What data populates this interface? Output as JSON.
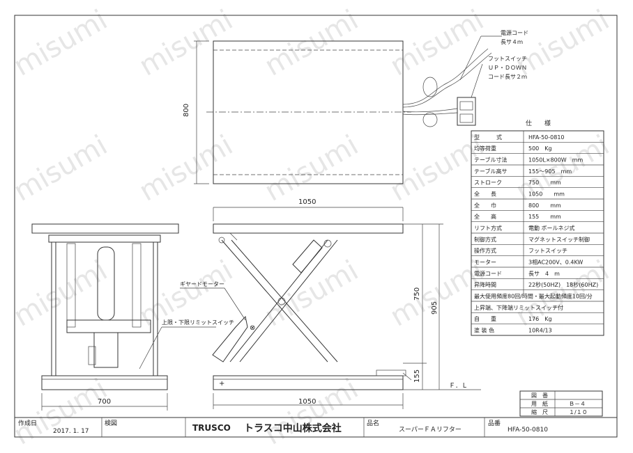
{
  "watermark": "misumi",
  "power_cord": {
    "line1": "電源コード",
    "line2": "長サ４ｍ"
  },
  "foot_switch": {
    "line1": "フットスイッチ",
    "line2": "ＵＰ・ＤＯＷＮ",
    "line3": "コード長サ２ｍ"
  },
  "dims": {
    "top_width": "800",
    "length_top": "1050",
    "length_bottom": "1050",
    "width_bottom": "700",
    "stroke": "750",
    "max_height": "905",
    "min_height": "155",
    "floor_level": "Ｆ．Ｌ"
  },
  "callouts": {
    "geared_motor": "ギヤードモーター",
    "limit_switch": "上限・下限リミットスイッチ"
  },
  "spec": {
    "title": "仕　　様",
    "rows": [
      {
        "label": "型　　　式",
        "value": "HFA-50-0810"
      },
      {
        "label": "均等荷重",
        "value": "500　Kg"
      },
      {
        "label": "テーブル寸法",
        "value": "1050L×800W　mm"
      },
      {
        "label": "テーブル高サ",
        "value": "155～905　mm"
      },
      {
        "label": "ストローク",
        "value": "750　　mm"
      },
      {
        "label": "全　　長",
        "value": "1050　　mm"
      },
      {
        "label": "全　　巾",
        "value": "800　　mm"
      },
      {
        "label": "全　　高",
        "value": "155　　mm"
      },
      {
        "label": "リフト方式",
        "value": "電動 ボールネジ式"
      },
      {
        "label": "制御方式",
        "value": "マグネットスイッチ制御"
      },
      {
        "label": "操作方式",
        "value": "フットスイッチ"
      },
      {
        "label": "モーター",
        "value": "3相AC200V、0.4KW"
      },
      {
        "label": "電源コード",
        "value": "長サ　4　m"
      },
      {
        "label": "昇降時間",
        "value": "22秒(50HZ)　18秒(60HZ)"
      },
      {
        "label": "",
        "value": "最大使用頻度80回/時間・最大起動頻度10回/分"
      },
      {
        "label": "",
        "value": "上昇端、下降端リミットスイッチ付"
      },
      {
        "label": "自　　重",
        "value": "176　Kg"
      },
      {
        "label": "塗 装 色",
        "value": "10R4/13"
      }
    ]
  },
  "title_block": {
    "zuban_label": "図　番",
    "zuban_value": "",
    "yoshi_label": "用　紙",
    "yoshi_value": "Ｂ－４",
    "shukushaku_label": "縮　尺",
    "shukushaku_value": "１/１０",
    "sakusei_label": "作成日",
    "sakusei_value": "2017. 1. 17",
    "kenzu_label": "検図",
    "brand": "TRUSCO",
    "company": "トラスコ中山株式会社",
    "hinmei_label": "品名",
    "hinmei_value": "スーパーＦＡリフター",
    "hinban_label": "品番",
    "hinban_value": "HFA-50-0810"
  }
}
